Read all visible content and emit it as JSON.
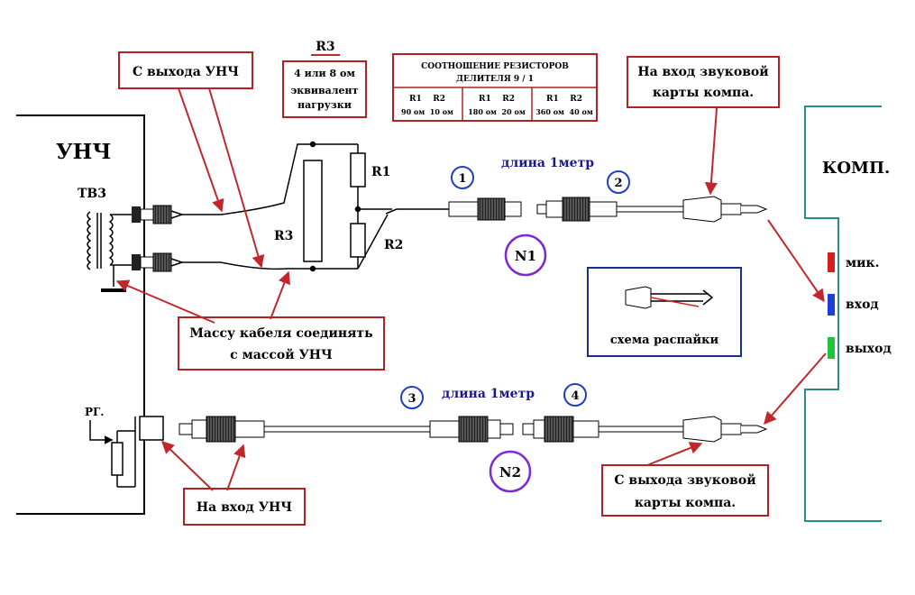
{
  "labels": {
    "unch": "УНЧ",
    "tv3": "ТВ3",
    "rg": "РГ.",
    "r3_component": "R3",
    "r1_component": "R1",
    "r2_component": "R2",
    "komp": "КОМП.",
    "jack_mic": "мик.",
    "jack_in": "вход",
    "jack_out": "выход",
    "cable_length_top": "длина 1метр",
    "cable_length_bottom": "длина 1метр",
    "marker_1": "1",
    "marker_2": "2",
    "marker_3": "3",
    "marker_4": "4",
    "n1": "N1",
    "n2": "N2"
  },
  "callouts": {
    "from_unch": "С выхода УНЧ",
    "r3_title": "R3",
    "r3_line1": "4 или 8 ом",
    "r3_line2": "эквивалент",
    "r3_line3": "нагрузки",
    "ratio_title_1": "СООТНОШЕНИЕ РЕЗИСТОРОВ",
    "ratio_title_2": "ДЕЛИТЕЛЯ   9  / 1",
    "ratio_cols": [
      {
        "head": "R1    R2",
        "val": "90 ом  10 ом"
      },
      {
        "head": "R1    R2",
        "val": "180 ом  20 ом"
      },
      {
        "head": "R1    R2",
        "val": "360 ом  40 ом"
      }
    ],
    "to_card_in_1": "На вход звуковой",
    "to_card_in_2": "карты компа.",
    "cable_mass_1": "Массу кабеля соединять",
    "cable_mass_2": "с массой УНЧ",
    "wiring_scheme": "схема распайки",
    "to_unch_in": "На вход УНЧ",
    "from_card_out_1": "С выхода звуковой",
    "from_card_out_2": "карты компа."
  },
  "colors": {
    "callout_border": "#b22222",
    "arrow": "#c0282d",
    "panel_line": "#2e8b8b",
    "marker_blue": "#1f3fbf",
    "marker_purple": "#7d2bd1",
    "jack_red": "#d61f1f",
    "jack_blue": "#1f3fd6",
    "jack_green": "#1fc43a",
    "scheme_border": "#1a2f8c"
  }
}
